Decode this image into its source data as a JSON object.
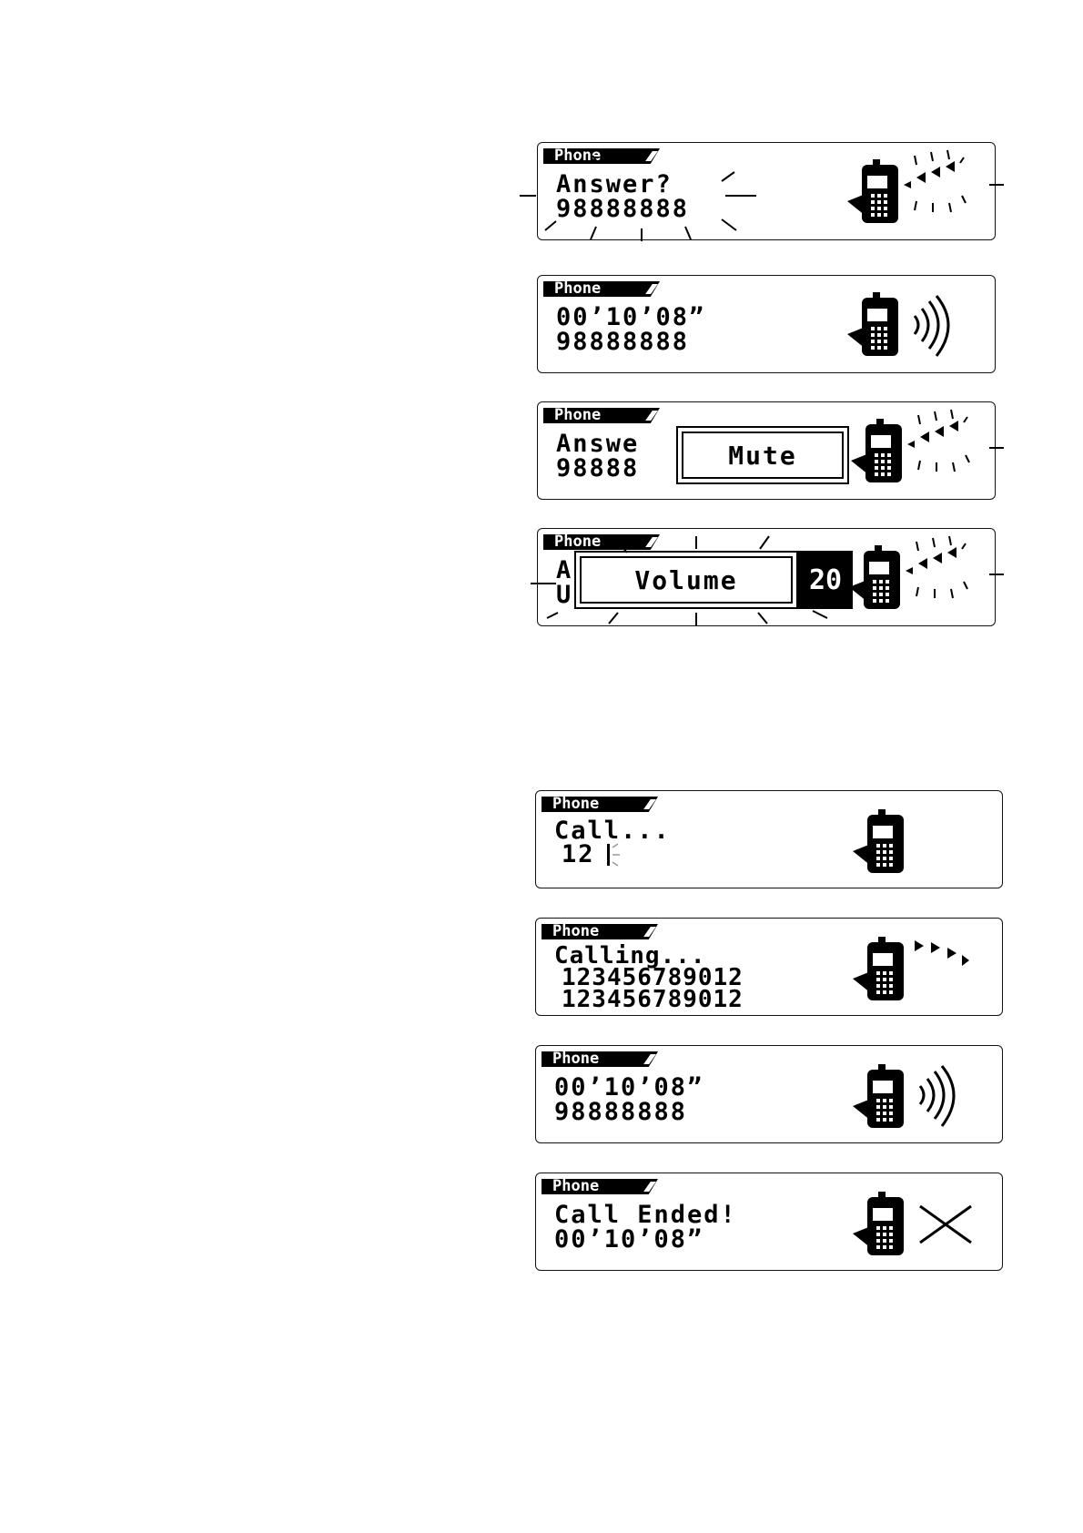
{
  "group_incoming": {
    "answer": {
      "tag": "Phone",
      "line1": "Answer?",
      "line2": "98888888",
      "icons": [
        "phone-icon",
        "ringing-icon"
      ]
    },
    "connected": {
      "tag": "Phone",
      "line1": "00’10’08”",
      "line2": "98888888",
      "icons": [
        "phone-icon",
        "signal-waves-icon"
      ]
    },
    "mute": {
      "tag": "Phone",
      "line1": "Answe",
      "line2": "98888",
      "popup": "Mute",
      "icons": [
        "phone-icon",
        "ringing-icon"
      ]
    },
    "volume": {
      "tag": "Phone",
      "line1": "A",
      "line2": "U",
      "popup": "Volume",
      "value": "20",
      "icons": [
        "phone-icon",
        "ringing-icon"
      ]
    }
  },
  "group_outgoing": {
    "dial": {
      "tag": "Phone",
      "line1": "Call...",
      "line2": "12",
      "icons": [
        "phone-icon"
      ]
    },
    "calling": {
      "tag": "Phone",
      "line1": "Calling...",
      "line2": "123456789012",
      "line3": "123456789012",
      "icons": [
        "phone-icon",
        "outgoing-arrows-icon"
      ]
    },
    "connected": {
      "tag": "Phone",
      "line1": "00’10’08”",
      "line2": "98888888",
      "icons": [
        "phone-icon",
        "signal-waves-icon"
      ]
    },
    "ended": {
      "tag": "Phone",
      "line1": "Call Ended!",
      "line2": "00’10’08”",
      "icons": [
        "phone-icon",
        "call-ended-x-icon"
      ]
    }
  }
}
